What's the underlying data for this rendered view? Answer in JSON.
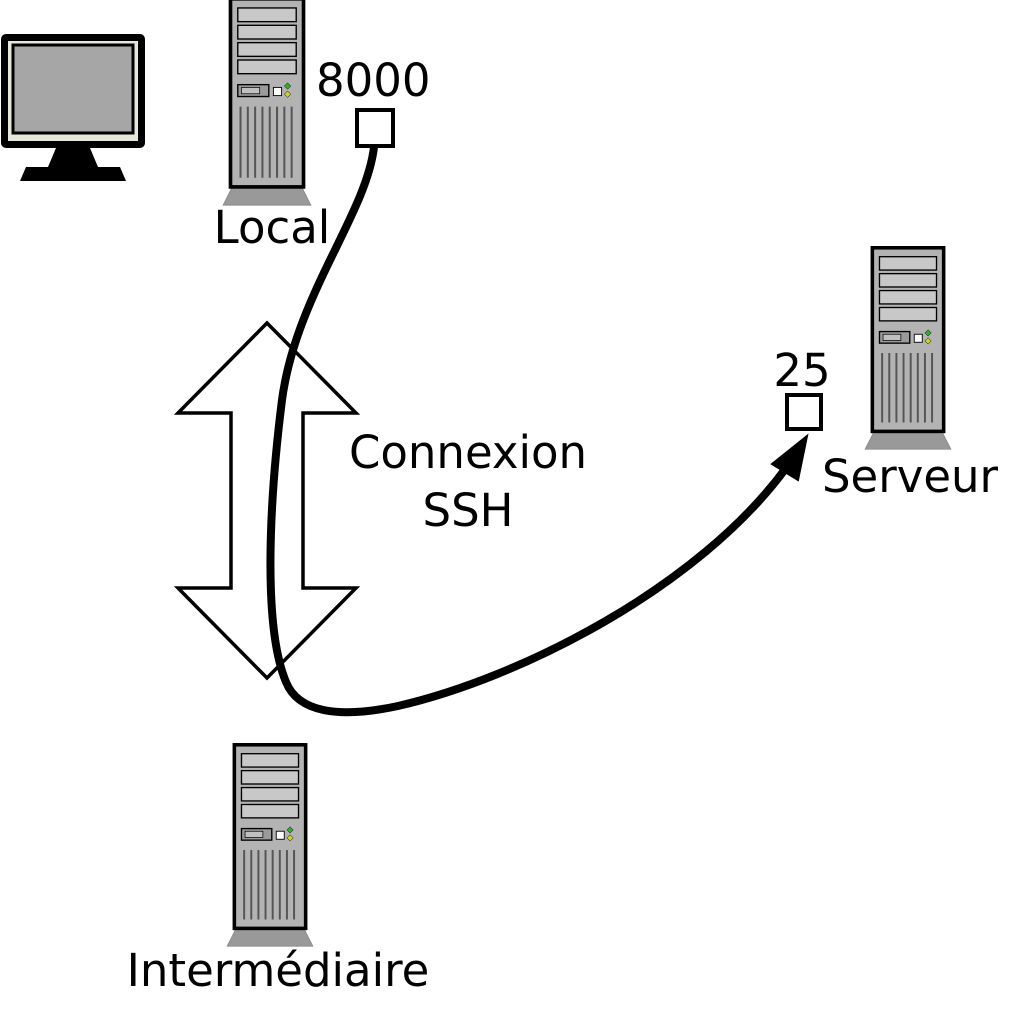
{
  "diagram": {
    "type": "ssh-tunnel-network-diagram",
    "nodes": {
      "local": {
        "label": "Local",
        "port_label": "8000",
        "icon": "computer-tower"
      },
      "serveur": {
        "label": "Serveur",
        "port_label": "25",
        "icon": "computer-tower"
      },
      "intermediaire": {
        "label": "Intermédiaire",
        "icon": "computer-tower"
      },
      "monitor": {
        "icon": "crt-monitor"
      }
    },
    "connection": {
      "line1": "Connexion",
      "line2": "SSH"
    },
    "colors": {
      "tower_body": "#b3b3b3",
      "tower_slot": "#c8c8c8",
      "tower_base": "#999999",
      "screen": "#a6a6a6",
      "line": "#000000",
      "led_green": "#33aa33",
      "led_yellow": "#cccc33",
      "background": "#ffffff"
    }
  }
}
